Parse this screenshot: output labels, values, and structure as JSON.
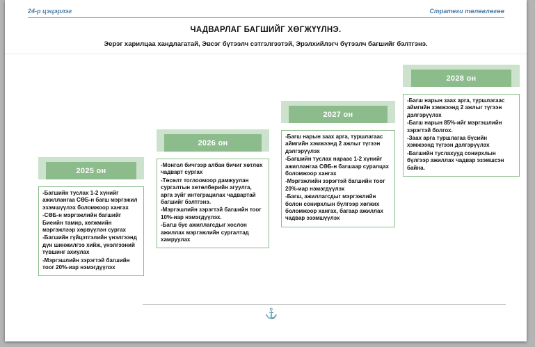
{
  "header": {
    "left": "24-р цэцэрлэг",
    "right": "Стратеги төлөвлөгөө"
  },
  "title": "ЧАДВАРЛАГ БАГШИЙГ ХӨГЖҮҮЛНЭ.",
  "subtitle": "Эерэг харилцаа хандлагатай, Эвсэг бүтээлч сэтгэлгээтэй, Эрэлхийлэгч бүтээлч багшийг бэлтгэнэ.",
  "colors": {
    "step_dark": "#8cbb8c",
    "step_light": "#cde2cd",
    "header_text": "#4e7da6",
    "baseline": "#ababab",
    "anchor": "#a6c9db"
  },
  "footer": {
    "anchor_glyph": "⚓"
  },
  "columns": [
    {
      "year": "2025 он",
      "items": [
        "-Багшийн туслах 1-2 хүнийг ажиллангаа СӨБ-н багш мэргэжил эзэмшүүлэх боломжоор хангах",
        "-СӨБ-н мэргэжлийн багшийг Биеийн тамир, хөгжмийн мэргэжлээр хөрвүүлэн сургах",
        "-Багшийн гүйцэтгэлийн үнэлгээнд дүн шинжилгээ хийж, үнэлгээний түвшинг ахиулах",
        "-Мэргэшлийн зэрэгтэй багшийн тоог 20%-иар нэмэгдүүлэх"
      ]
    },
    {
      "year": "2026 он",
      "items": [
        "-Монгол бичгээр албан бичиг хөтлөх чадварт сургах",
        "-Төсөлт тоглоомоор дамжуулан сургалтын хөтөлбөрийн агуулга, арга зүйг интеграцилах чадвартай багшийг бэлтгэнэ.",
        "-Мэргэшлийн зэрэгтэй багшийн тоог 10%-иар нэмэгдүүлэх.",
        "-Багш бус ажиллагсдыг хослон ажиллах мэргэжлийн сургалтад хамруулах"
      ]
    },
    {
      "year": "2027 он",
      "items": [
        "-Багш нарын заах арга, туршлагаас аймгийн хэмжээнд 2 ажлыг түгээн дэлгэрүүлэх",
        "-Багшийн туслах нараас 1-2 хүнийг ажиллангаа СӨБ-н багшаар суралцах боломжоор хангах",
        "-Мэргэжлийн зэрэгтэй багшийн тоог 20%-иар нэмэгдүүлэх",
        "-Багш, ажиллагсдыг мэргэжлийн болон сонирхлын бүлгээр хөгжих боломжоор хангах, багаар ажиллах чадвар эзэмшүүлэх"
      ]
    },
    {
      "year": "2028 он",
      "items": [
        "-Багш нарын заах арга, туршлагаас аймгийн хэмжээнд 2 ажлыг түгээн дэлгэрүүлэх",
        "-Багш нарын 85%-ийг мэргэшлийн зэрэгтэй болгох.",
        "-Заах арга туршлагаа бүсийн хэмжээнд түгээн дэлгэрүүлэх",
        "-Багшийн туслахууд сонирхлын бүлгээр ажиллах чадвар эзэмшсэн байна."
      ]
    }
  ]
}
